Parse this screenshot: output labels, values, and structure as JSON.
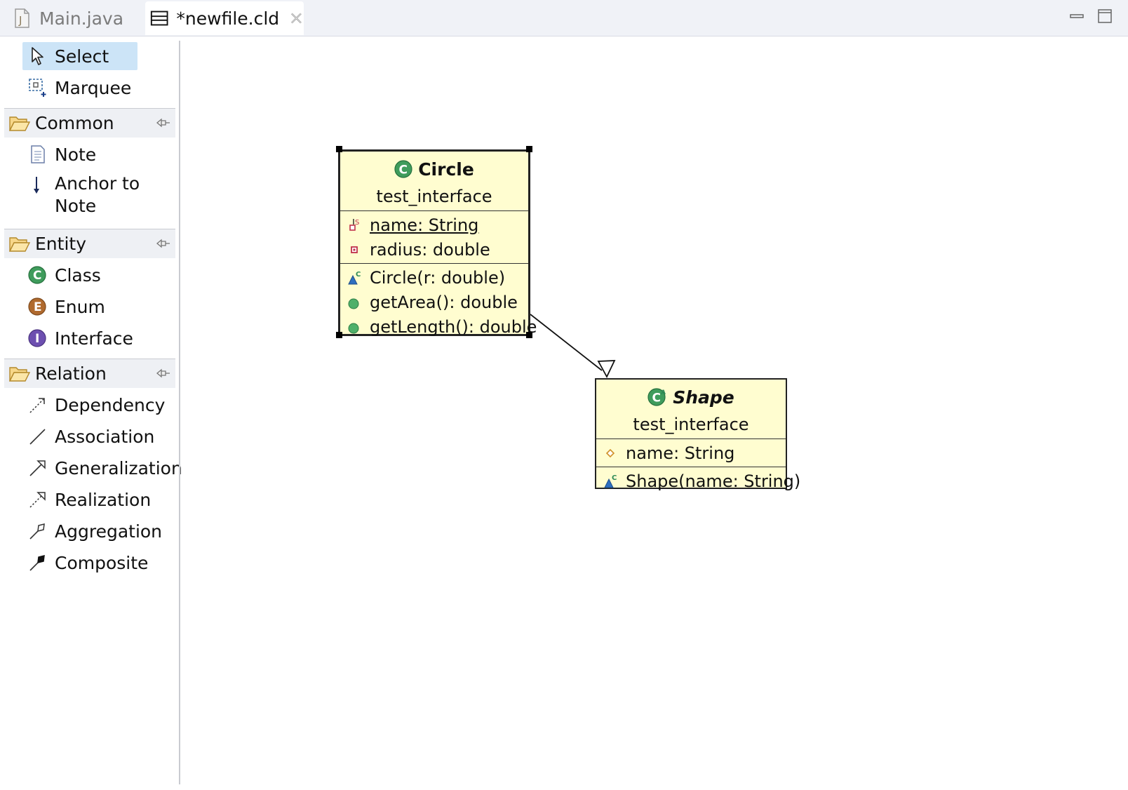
{
  "tabs": [
    {
      "label": "Main.java",
      "active": false
    },
    {
      "label": "*newfile.cld",
      "active": true
    }
  ],
  "palette": {
    "tools": [
      {
        "label": "Select",
        "icon": "arrow-cursor-icon",
        "selected": true
      },
      {
        "label": "Marquee",
        "icon": "marquee-icon"
      }
    ],
    "drawers": [
      {
        "label": "Common",
        "items": [
          {
            "label": "Note",
            "icon": "note-icon"
          },
          {
            "label": "Anchor to\nNote",
            "label_line1": "Anchor to",
            "label_line2": "Note",
            "icon": "anchor-icon"
          }
        ]
      },
      {
        "label": "Entity",
        "items": [
          {
            "label": "Class",
            "icon": "class-icon"
          },
          {
            "label": "Enum",
            "icon": "enum-icon"
          },
          {
            "label": "Interface",
            "icon": "interface-icon"
          }
        ]
      },
      {
        "label": "Relation",
        "items": [
          {
            "label": "Dependency",
            "icon": "dependency-icon"
          },
          {
            "label": "Association",
            "icon": "association-icon"
          },
          {
            "label": "Generalization",
            "icon": "generalization-icon"
          },
          {
            "label": "Realization",
            "icon": "realization-icon"
          },
          {
            "label": "Aggregation",
            "icon": "aggregation-icon"
          },
          {
            "label": "Composite",
            "icon": "composite-icon"
          }
        ]
      }
    ]
  },
  "diagram": {
    "circle": {
      "name": "Circle",
      "package": "test_interface",
      "attributes": [
        "name: String",
        "radius: double"
      ],
      "operations": [
        "Circle(r: double)",
        "getArea(): double",
        "getLength(): double"
      ],
      "icon": "class-icon"
    },
    "shape": {
      "name": "Shape",
      "package": "test_interface",
      "attributes": [
        "name: String"
      ],
      "operations": [
        "Shape(name: String)"
      ],
      "icon": "abstract-class-icon"
    },
    "relation": "generalization",
    "colors": {
      "class_fill": "#fffdd0",
      "class_icon": "#2e8b57",
      "selection": "#cce4f7"
    }
  }
}
